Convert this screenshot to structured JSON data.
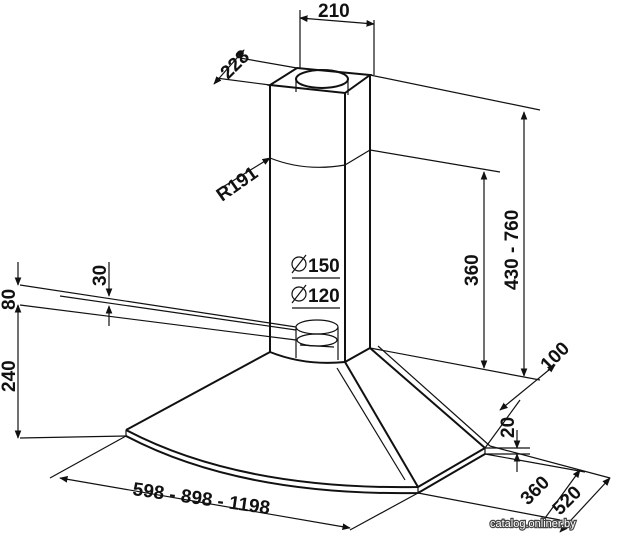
{
  "dimensions": {
    "duct_width": "210",
    "duct_depth": "228",
    "radius": "R191",
    "total_height": "430 - 760",
    "chimney_height": "360",
    "outlet_outer": "150",
    "outlet_inner": "120",
    "offset_30": "30",
    "offset_80": "80",
    "canopy_height": "240",
    "rim_height": "20",
    "wall_offset": "100",
    "depth_inner": "360",
    "depth_outer": "520",
    "widths": "598 - 898 - 1198"
  },
  "watermark": "catalog.onliner.by",
  "colors": {
    "line": "#111111",
    "background": "#ffffff"
  }
}
